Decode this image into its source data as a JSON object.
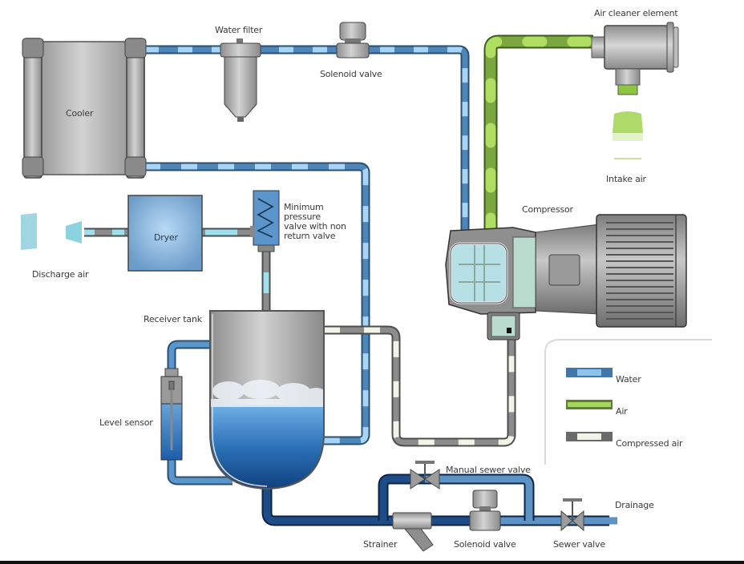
{
  "title": "Air compressor water cooling system",
  "components": {
    "cooler": "Cooler",
    "water_filter": "Water filter",
    "solenoid_valve_top": "Solenoid valve",
    "air_cleaner": "Air cleaner element",
    "intake_air": "Intake air",
    "compressor": "Compressor",
    "dryer": "Dryer",
    "min_pressure_valve": [
      "Minimum",
      "pressure",
      "valve with non",
      "return valve"
    ],
    "discharge_air": "Discharge air",
    "receiver_tank": "Receiver tank",
    "level_sensor": "Level sensor",
    "manual_sewer_valve": "Manual sewer valve",
    "drainage": "Drainage",
    "strainer": "Strainer",
    "solenoid_valve_bottom": "Solenoid valve",
    "sewer_valve": "Sewer valve"
  },
  "legend": {
    "items": [
      {
        "label": "Water",
        "color": "#5b9bd5"
      },
      {
        "label": "Air",
        "color": "#8dc63f"
      },
      {
        "label": "Compressed air",
        "color": "#8a8a8a"
      }
    ]
  },
  "colors": {
    "water_dark": "#3f78a8",
    "water_light": "#8ec3ea",
    "air_dark": "#5d8a2e",
    "air_light": "#a6d65a",
    "compressed_dark": "#7a7a7a",
    "compressed_light": "#eef0e4",
    "drain_dark": "#1f3f6e",
    "metal": "#a9a9a9"
  }
}
